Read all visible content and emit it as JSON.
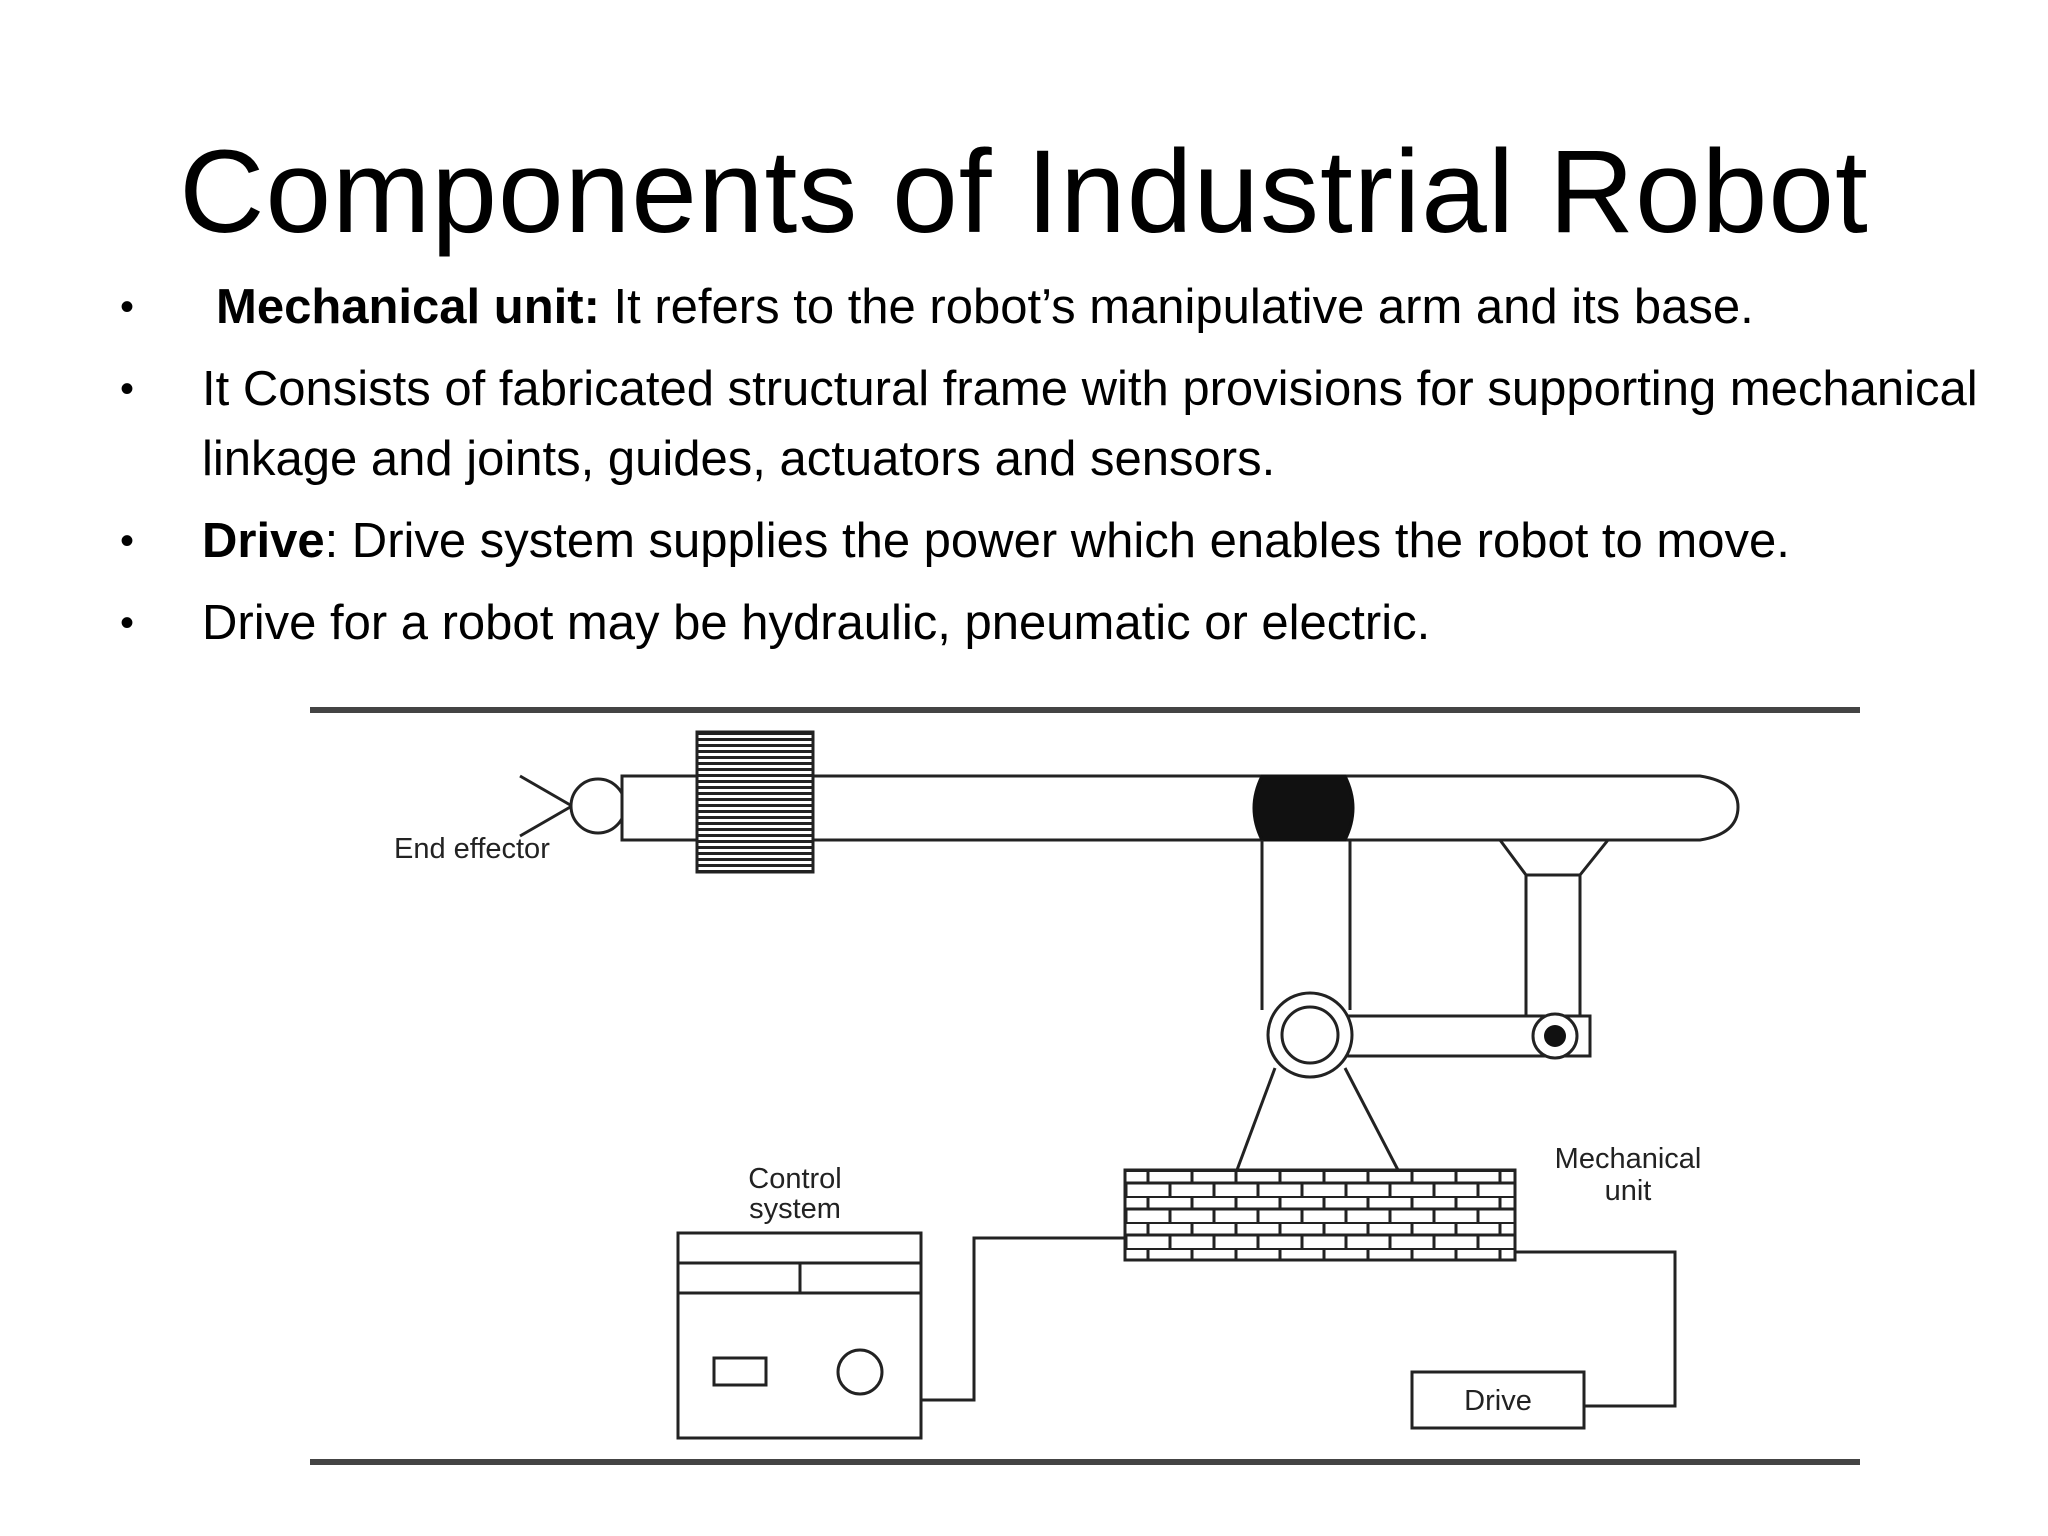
{
  "title": "Components of Industrial Robot",
  "bullets": {
    "b1": {
      "term": "Mechanical unit:",
      "text": " It refers to the robot’s manipulative arm and its base."
    },
    "b2": {
      "text": "It Consists of fabricated structural frame with provisions for supporting mechanical linkage and joints, guides, actuators and sensors."
    },
    "b3": {
      "term": "Drive",
      "text": ": Drive system supplies the power which enables the robot to move."
    },
    "b4": {
      "text": "Drive for a robot may be hydraulic, pneumatic or electric."
    }
  },
  "bullet_glyph": "•",
  "diagram": {
    "end_effector": "End effector",
    "control_system": [
      "Control",
      "system"
    ],
    "mechanical_unit": [
      "Mechanical",
      "unit"
    ],
    "drive": "Drive"
  }
}
